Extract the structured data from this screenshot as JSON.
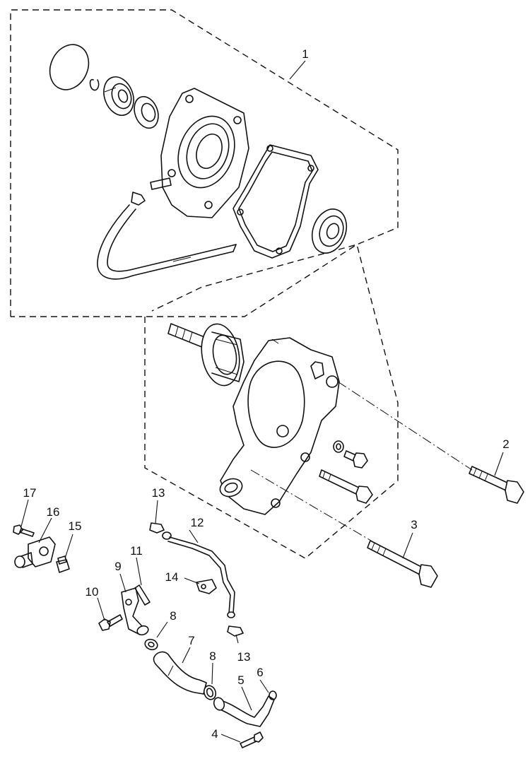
{
  "diagram": {
    "callouts": {
      "c1": "1",
      "c2": "2",
      "c3": "3",
      "c4": "4",
      "c5": "5",
      "c6": "6",
      "c7": "7",
      "c8a": "8",
      "c8b": "8",
      "c9": "9",
      "c10": "10",
      "c11": "11",
      "c12": "12",
      "c13a": "13",
      "c13b": "13",
      "c14": "14",
      "c15": "15",
      "c16": "16",
      "c17": "17"
    }
  },
  "colors": {
    "line": "#111111",
    "background": "#ffffff"
  }
}
